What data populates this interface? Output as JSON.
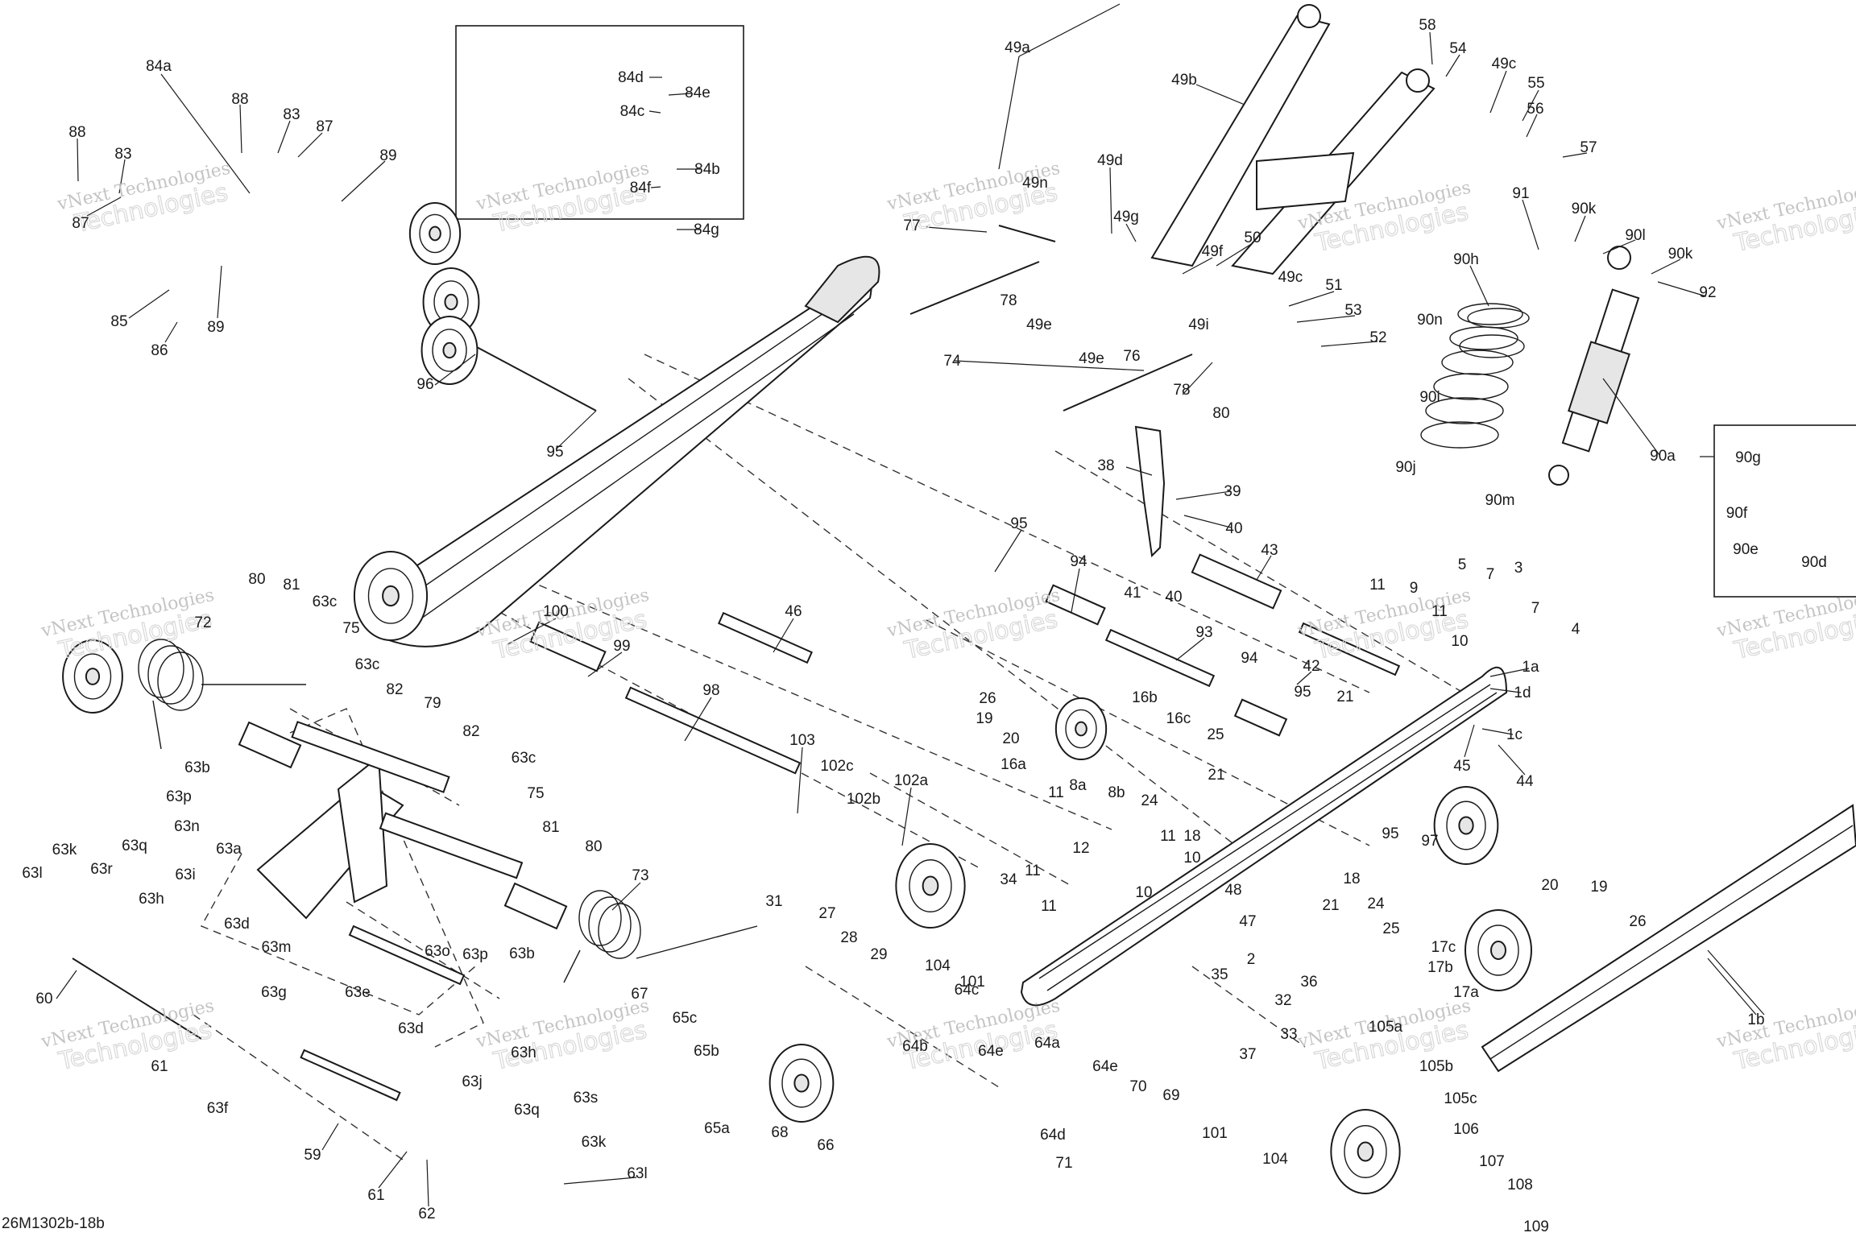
{
  "diagram": {
    "drawing_code": "26M1302b-18b",
    "watermark": {
      "line1": "vNext Technologies",
      "line2": "Technologies"
    },
    "callouts": [
      {
        "id": "88a",
        "label": "88"
      },
      {
        "id": "83a",
        "label": "83"
      },
      {
        "id": "84a",
        "label": "84a"
      },
      {
        "id": "88b",
        "label": "88"
      },
      {
        "id": "83b",
        "label": "83"
      },
      {
        "id": "87a",
        "label": "87"
      },
      {
        "id": "89a",
        "label": "89"
      },
      {
        "id": "87b",
        "label": "87"
      },
      {
        "id": "85",
        "label": "85"
      },
      {
        "id": "86",
        "label": "86"
      },
      {
        "id": "89b",
        "label": "89"
      },
      {
        "id": "84d",
        "label": "84d"
      },
      {
        "id": "84e",
        "label": "84e"
      },
      {
        "id": "84c",
        "label": "84c"
      },
      {
        "id": "84b",
        "label": "84b"
      },
      {
        "id": "84f",
        "label": "84f"
      },
      {
        "id": "84g",
        "label": "84g"
      },
      {
        "id": "49a",
        "label": "49a"
      },
      {
        "id": "49b",
        "label": "49b"
      },
      {
        "id": "58",
        "label": "58"
      },
      {
        "id": "54",
        "label": "54"
      },
      {
        "id": "49c",
        "label": "49c"
      },
      {
        "id": "55",
        "label": "55"
      },
      {
        "id": "56",
        "label": "56"
      },
      {
        "id": "57",
        "label": "57"
      },
      {
        "id": "49n",
        "label": "49n"
      },
      {
        "id": "49d",
        "label": "49d"
      },
      {
        "id": "77",
        "label": "77"
      },
      {
        "id": "49g",
        "label": "49g"
      },
      {
        "id": "49f",
        "label": "49f"
      },
      {
        "id": "50",
        "label": "50"
      },
      {
        "id": "49c2",
        "label": "49c"
      },
      {
        "id": "51",
        "label": "51"
      },
      {
        "id": "53",
        "label": "53"
      },
      {
        "id": "52",
        "label": "52"
      },
      {
        "id": "78a",
        "label": "78"
      },
      {
        "id": "49e",
        "label": "49e"
      },
      {
        "id": "49e2",
        "label": "49e"
      },
      {
        "id": "76",
        "label": "76"
      },
      {
        "id": "49i",
        "label": "49i"
      },
      {
        "id": "74",
        "label": "74"
      },
      {
        "id": "78b",
        "label": "78"
      },
      {
        "id": "80a",
        "label": "80"
      },
      {
        "id": "91",
        "label": "91"
      },
      {
        "id": "90k",
        "label": "90k"
      },
      {
        "id": "90l",
        "label": "90l"
      },
      {
        "id": "90k2",
        "label": "90k"
      },
      {
        "id": "92",
        "label": "92"
      },
      {
        "id": "90h",
        "label": "90h"
      },
      {
        "id": "90n",
        "label": "90n"
      },
      {
        "id": "90i",
        "label": "90i"
      },
      {
        "id": "90j",
        "label": "90j"
      },
      {
        "id": "90m",
        "label": "90m"
      },
      {
        "id": "90a",
        "label": "90a"
      },
      {
        "id": "90g",
        "label": "90g"
      },
      {
        "id": "90f",
        "label": "90f"
      },
      {
        "id": "90e",
        "label": "90e"
      },
      {
        "id": "90d",
        "label": "90d"
      },
      {
        "id": "96",
        "label": "96"
      },
      {
        "id": "95a",
        "label": "95"
      },
      {
        "id": "38",
        "label": "38"
      },
      {
        "id": "39",
        "label": "39"
      },
      {
        "id": "40a",
        "label": "40"
      },
      {
        "id": "41",
        "label": "41"
      },
      {
        "id": "40b",
        "label": "40"
      },
      {
        "id": "43",
        "label": "43"
      },
      {
        "id": "95b",
        "label": "95"
      },
      {
        "id": "94a",
        "label": "94"
      },
      {
        "id": "93",
        "label": "93"
      },
      {
        "id": "42",
        "label": "42"
      },
      {
        "id": "11a",
        "label": "11"
      },
      {
        "id": "9",
        "label": "9"
      },
      {
        "id": "5",
        "label": "5"
      },
      {
        "id": "7a",
        "label": "7"
      },
      {
        "id": "3",
        "label": "3"
      },
      {
        "id": "11b",
        "label": "11"
      },
      {
        "id": "7b",
        "label": "7"
      },
      {
        "id": "4",
        "label": "4"
      },
      {
        "id": "10a",
        "label": "10"
      },
      {
        "id": "1a",
        "label": "1a"
      },
      {
        "id": "1d",
        "label": "1d"
      },
      {
        "id": "1c",
        "label": "1c"
      },
      {
        "id": "44",
        "label": "44"
      },
      {
        "id": "45",
        "label": "45"
      },
      {
        "id": "80b",
        "label": "80"
      },
      {
        "id": "81a",
        "label": "81"
      },
      {
        "id": "63c",
        "label": "63c"
      },
      {
        "id": "72",
        "label": "72"
      },
      {
        "id": "75a",
        "label": "75"
      },
      {
        "id": "100",
        "label": "100"
      },
      {
        "id": "99",
        "label": "99"
      },
      {
        "id": "46",
        "label": "46"
      },
      {
        "id": "98",
        "label": "98"
      },
      {
        "id": "63c2",
        "label": "63c"
      },
      {
        "id": "82a",
        "label": "82"
      },
      {
        "id": "79",
        "label": "79"
      },
      {
        "id": "82b",
        "label": "82"
      },
      {
        "id": "63c3",
        "label": "63c"
      },
      {
        "id": "63b",
        "label": "63b"
      },
      {
        "id": "75b",
        "label": "75"
      },
      {
        "id": "63p",
        "label": "63p"
      },
      {
        "id": "63n",
        "label": "63n"
      },
      {
        "id": "81b",
        "label": "81"
      },
      {
        "id": "80c",
        "label": "80"
      },
      {
        "id": "63a",
        "label": "63a"
      },
      {
        "id": "63k",
        "label": "63k"
      },
      {
        "id": "63q",
        "label": "63q"
      },
      {
        "id": "63i",
        "label": "63i"
      },
      {
        "id": "63l",
        "label": "63l"
      },
      {
        "id": "63r",
        "label": "63r"
      },
      {
        "id": "63h",
        "label": "63h"
      },
      {
        "id": "63d",
        "label": "63d"
      },
      {
        "id": "63o",
        "label": "63o"
      },
      {
        "id": "63p2",
        "label": "63p"
      },
      {
        "id": "63b2",
        "label": "63b"
      },
      {
        "id": "73",
        "label": "73"
      },
      {
        "id": "63m",
        "label": "63m"
      },
      {
        "id": "63e",
        "label": "63e"
      },
      {
        "id": "63d2",
        "label": "63d"
      },
      {
        "id": "60",
        "label": "60"
      },
      {
        "id": "63g",
        "label": "63g"
      },
      {
        "id": "61a",
        "label": "61"
      },
      {
        "id": "63f",
        "label": "63f"
      },
      {
        "id": "59",
        "label": "59"
      },
      {
        "id": "61b",
        "label": "61"
      },
      {
        "id": "62",
        "label": "62"
      },
      {
        "id": "63j",
        "label": "63j"
      },
      {
        "id": "63h2",
        "label": "63h"
      },
      {
        "id": "63q2",
        "label": "63q"
      },
      {
        "id": "63s",
        "label": "63s"
      },
      {
        "id": "63k2",
        "label": "63k"
      },
      {
        "id": "63l2",
        "label": "63l"
      },
      {
        "id": "26a",
        "label": "26"
      },
      {
        "id": "19a",
        "label": "19"
      },
      {
        "id": "20a",
        "label": "20"
      },
      {
        "id": "16a",
        "label": "16a"
      },
      {
        "id": "16b",
        "label": "16b"
      },
      {
        "id": "16c",
        "label": "16c"
      },
      {
        "id": "25a",
        "label": "25"
      },
      {
        "id": "94b",
        "label": "94"
      },
      {
        "id": "95c",
        "label": "95"
      },
      {
        "id": "21a",
        "label": "21"
      },
      {
        "id": "103",
        "label": "103"
      },
      {
        "id": "102c",
        "label": "102c"
      },
      {
        "id": "102b",
        "label": "102b"
      },
      {
        "id": "102a",
        "label": "102a"
      },
      {
        "id": "11c",
        "label": "11"
      },
      {
        "id": "8a",
        "label": "8a"
      },
      {
        "id": "8b",
        "label": "8b"
      },
      {
        "id": "21b",
        "label": "21"
      },
      {
        "id": "24a",
        "label": "24"
      },
      {
        "id": "11d",
        "label": "11"
      },
      {
        "id": "18a",
        "label": "18"
      },
      {
        "id": "10b",
        "label": "10"
      },
      {
        "id": "95d",
        "label": "95"
      },
      {
        "id": "97",
        "label": "97"
      },
      {
        "id": "12",
        "label": "12"
      },
      {
        "id": "11e",
        "label": "11"
      },
      {
        "id": "11f",
        "label": "11"
      },
      {
        "id": "10c",
        "label": "10"
      },
      {
        "id": "34",
        "label": "34"
      },
      {
        "id": "18b",
        "label": "18"
      },
      {
        "id": "24b",
        "label": "24"
      },
      {
        "id": "21c",
        "label": "21"
      },
      {
        "id": "48",
        "label": "48"
      },
      {
        "id": "47",
        "label": "47"
      },
      {
        "id": "25b",
        "label": "25"
      },
      {
        "id": "17c",
        "label": "17c"
      },
      {
        "id": "20b",
        "label": "20"
      },
      {
        "id": "19b",
        "label": "19"
      },
      {
        "id": "26b",
        "label": "26"
      },
      {
        "id": "17b",
        "label": "17b"
      },
      {
        "id": "17a",
        "label": "17a"
      },
      {
        "id": "2",
        "label": "2"
      },
      {
        "id": "31",
        "label": "31"
      },
      {
        "id": "27",
        "label": "27"
      },
      {
        "id": "28",
        "label": "28"
      },
      {
        "id": "29",
        "label": "29"
      },
      {
        "id": "104a",
        "label": "104"
      },
      {
        "id": "101a",
        "label": "101"
      },
      {
        "id": "35",
        "label": "35"
      },
      {
        "id": "36",
        "label": "36"
      },
      {
        "id": "32",
        "label": "32"
      },
      {
        "id": "33",
        "label": "33"
      },
      {
        "id": "37",
        "label": "37"
      },
      {
        "id": "67",
        "label": "67"
      },
      {
        "id": "65c",
        "label": "65c"
      },
      {
        "id": "65b",
        "label": "65b"
      },
      {
        "id": "65a",
        "label": "65a"
      },
      {
        "id": "68",
        "label": "68"
      },
      {
        "id": "66",
        "label": "66"
      },
      {
        "id": "64c",
        "label": "64c"
      },
      {
        "id": "64b",
        "label": "64b"
      },
      {
        "id": "64e",
        "label": "64e"
      },
      {
        "id": "64a",
        "label": "64a"
      },
      {
        "id": "64e2",
        "label": "64e"
      },
      {
        "id": "70",
        "label": "70"
      },
      {
        "id": "69",
        "label": "69"
      },
      {
        "id": "64d",
        "label": "64d"
      },
      {
        "id": "71",
        "label": "71"
      },
      {
        "id": "105a",
        "label": "105a"
      },
      {
        "id": "105b",
        "label": "105b"
      },
      {
        "id": "105c",
        "label": "105c"
      },
      {
        "id": "106",
        "label": "106"
      },
      {
        "id": "107",
        "label": "107"
      },
      {
        "id": "108",
        "label": "108"
      },
      {
        "id": "109",
        "label": "109"
      },
      {
        "id": "101b",
        "label": "101"
      },
      {
        "id": "104b",
        "label": "104"
      },
      {
        "id": "1b",
        "label": "1b"
      }
    ]
  }
}
